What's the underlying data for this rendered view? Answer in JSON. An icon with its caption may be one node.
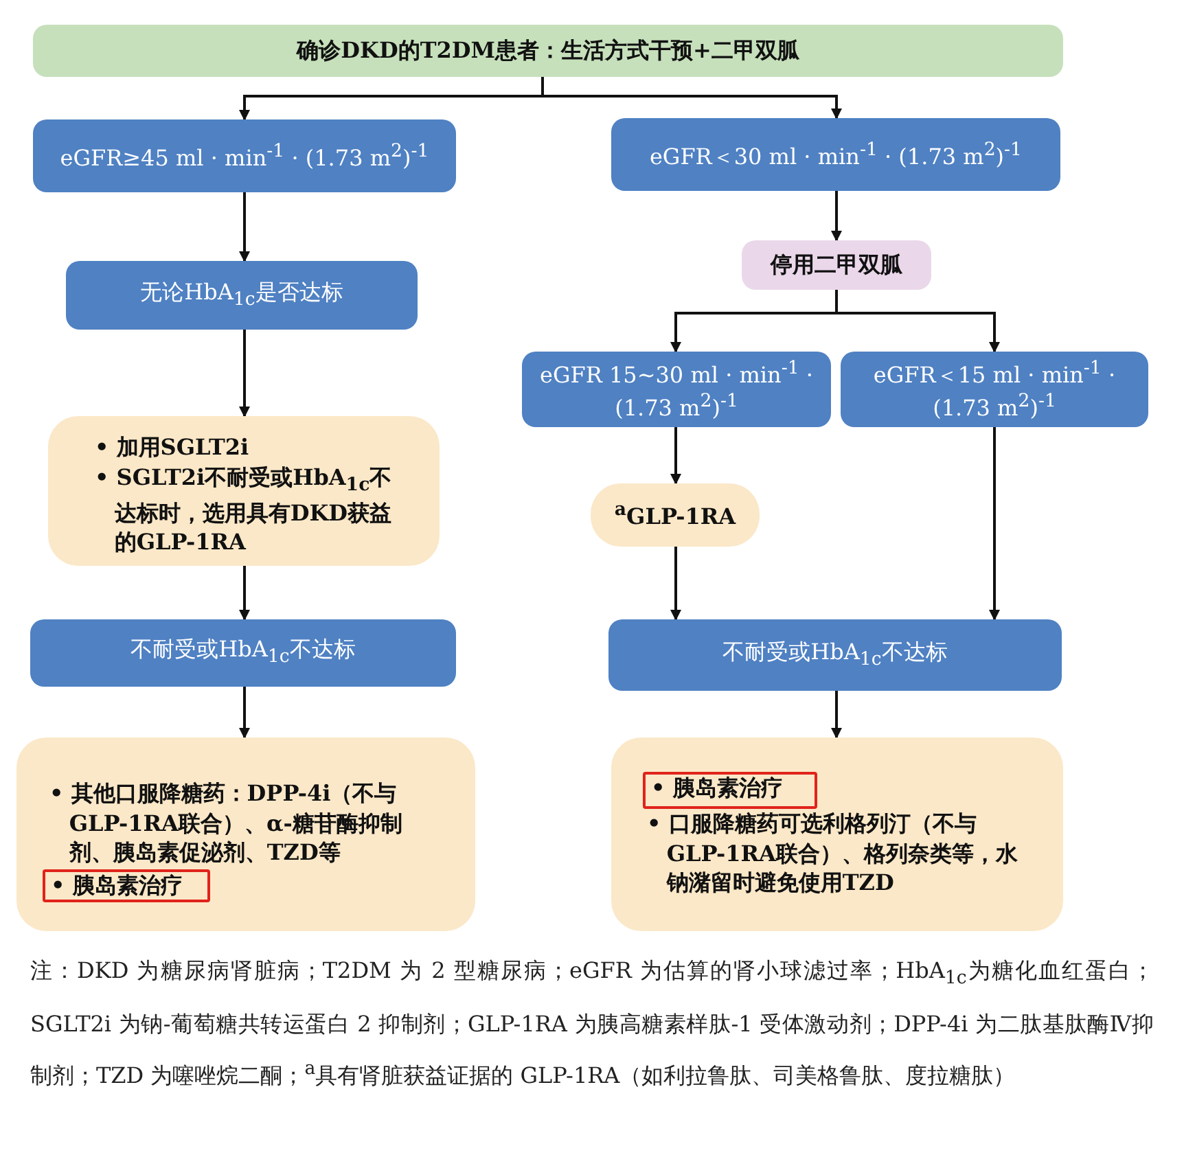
{
  "diagram": {
    "nodes": [
      {
        "text": [
          "确诊DKD的T2DM患者：生活方式干预+二甲双胍"
        ]
      },
      {
        "text": [
          "eGFR≥45 ml · min$^{-1}$ · (1.73 m$^{2}$)$^{-1}$"
        ]
      },
      {
        "text": [
          "eGFR＜30 ml · min$^{-1}$ · (1.73 m$^{2}$)$^{-1}$"
        ]
      },
      {
        "text": [
          "无论HbA$_{1c}$是否达标"
        ]
      },
      {
        "text": [
          "停用二甲双胍"
        ]
      },
      {
        "text": [
          "• 加用SGLT2i",
          "• SGLT2i不耐受或HbA$_{1c}$不达标时，选用具有DKD获益的GLP-1RA"
        ]
      },
      {
        "text": [
          "eGFR 15~30 ml · min$^{-1}$ · (1.73 m$^{2}$)$^{-1}$"
        ]
      },
      {
        "text": [
          "eGFR＜15 ml · min$^{-1}$ · (1.73 m$^{2}$)$^{-1}$"
        ]
      },
      {
        "text": [
          "$^{a}$GLP-1RA"
        ]
      },
      {
        "text": [
          "不耐受或HbA$_{1c}$不达标"
        ]
      },
      {
        "text": [
          "不耐受或HbA$_{1c}$不达标"
        ]
      },
      {
        "text": [
          "• 其他口服降糖药：DPP-4i（不与GLP-1RA联合）、α-糖苷酶抑制剂、胰岛素促泌剂、TZD等"
        ]
      },
      {
        "text": [
          "• 胰岛素治疗"
        ],
        "in": 11
      },
      {
        "text": [
          "• 口服降糖药可选利格列汀（不与GLP-1RA联合）、格列奈类等，水钠潴留时避免使用TZD"
        ]
      },
      {
        "text": [
          "• 胰岛素治疗"
        ],
        "in": 13
      }
    ],
    "edges": [
      {
        "from": 0,
        "to": 1,
        "arrow": "to"
      },
      {
        "from": 0,
        "to": 2,
        "arrow": "to"
      },
      {
        "from": 1,
        "to": 3,
        "arrow": "to"
      },
      {
        "from": 3,
        "to": 5,
        "arrow": "to"
      },
      {
        "from": 5,
        "to": 9,
        "arrow": "to"
      },
      {
        "from": 9,
        "to": 11,
        "arrow": "to"
      },
      {
        "from": 2,
        "to": 4,
        "arrow": "to"
      },
      {
        "from": 4,
        "to": 6,
        "arrow": "to"
      },
      {
        "from": 4,
        "to": 7,
        "arrow": "to"
      },
      {
        "from": 6,
        "to": 8,
        "arrow": "to"
      },
      {
        "from": 8,
        "to": 10,
        "arrow": "to"
      },
      {
        "from": 7,
        "to": 10,
        "arrow": "to"
      },
      {
        "from": 10,
        "to": 13,
        "arrow": "to"
      }
    ],
    "labels": [
      "注：DKD 为糖尿病肾脏病；T2DM 为 2 型糖尿病；eGFR 为估算的肾小球滤过率；HbA$_{1c}$为糖化血红蛋白；SGLT2i 为钠-葡萄糖共转运蛋白 2 抑制剂；GLP-1RA 为胰高糖素样肽-1 受体激动剂；DPP-4i 为二肽基肽酶Ⅳ抑制剂；TZD 为噻唑烷二酮；$^{a}$具有肾脏获益证据的 GLP-1RA（如利拉鲁肽、司美格鲁肽、度拉糖肽）"
    ]
  }
}
